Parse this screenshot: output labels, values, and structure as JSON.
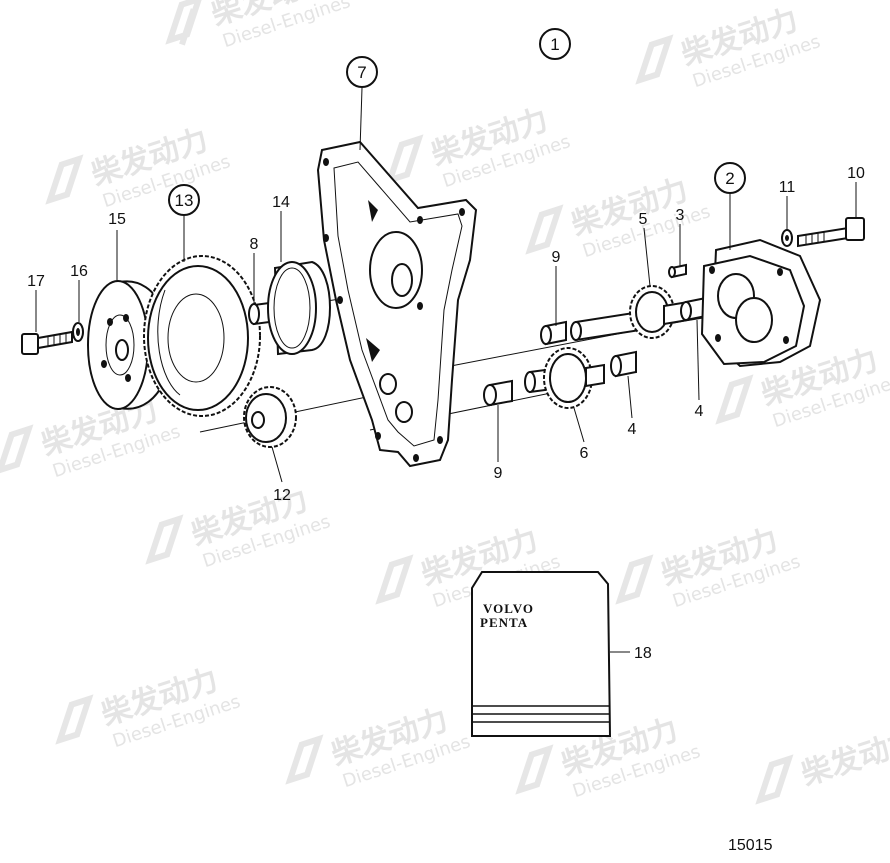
{
  "watermark": {
    "brand_cn": "柴发动力",
    "brand_en": "Diesel-Engines"
  },
  "callouts": {
    "c1": "1",
    "c2": "2",
    "c7": "7",
    "c13": "13"
  },
  "labels": {
    "l3": "3",
    "l4a": "4",
    "l4b": "4",
    "l5": "5",
    "l6": "6",
    "l8": "8",
    "l9a": "9",
    "l9b": "9",
    "l10": "10",
    "l11": "11",
    "l12": "12",
    "l14": "14",
    "l15": "15",
    "l16": "16",
    "l17": "17",
    "l18": "18"
  },
  "kit": {
    "line1": "VOLVO",
    "line2": "PENTA"
  },
  "figure_number": "15015"
}
